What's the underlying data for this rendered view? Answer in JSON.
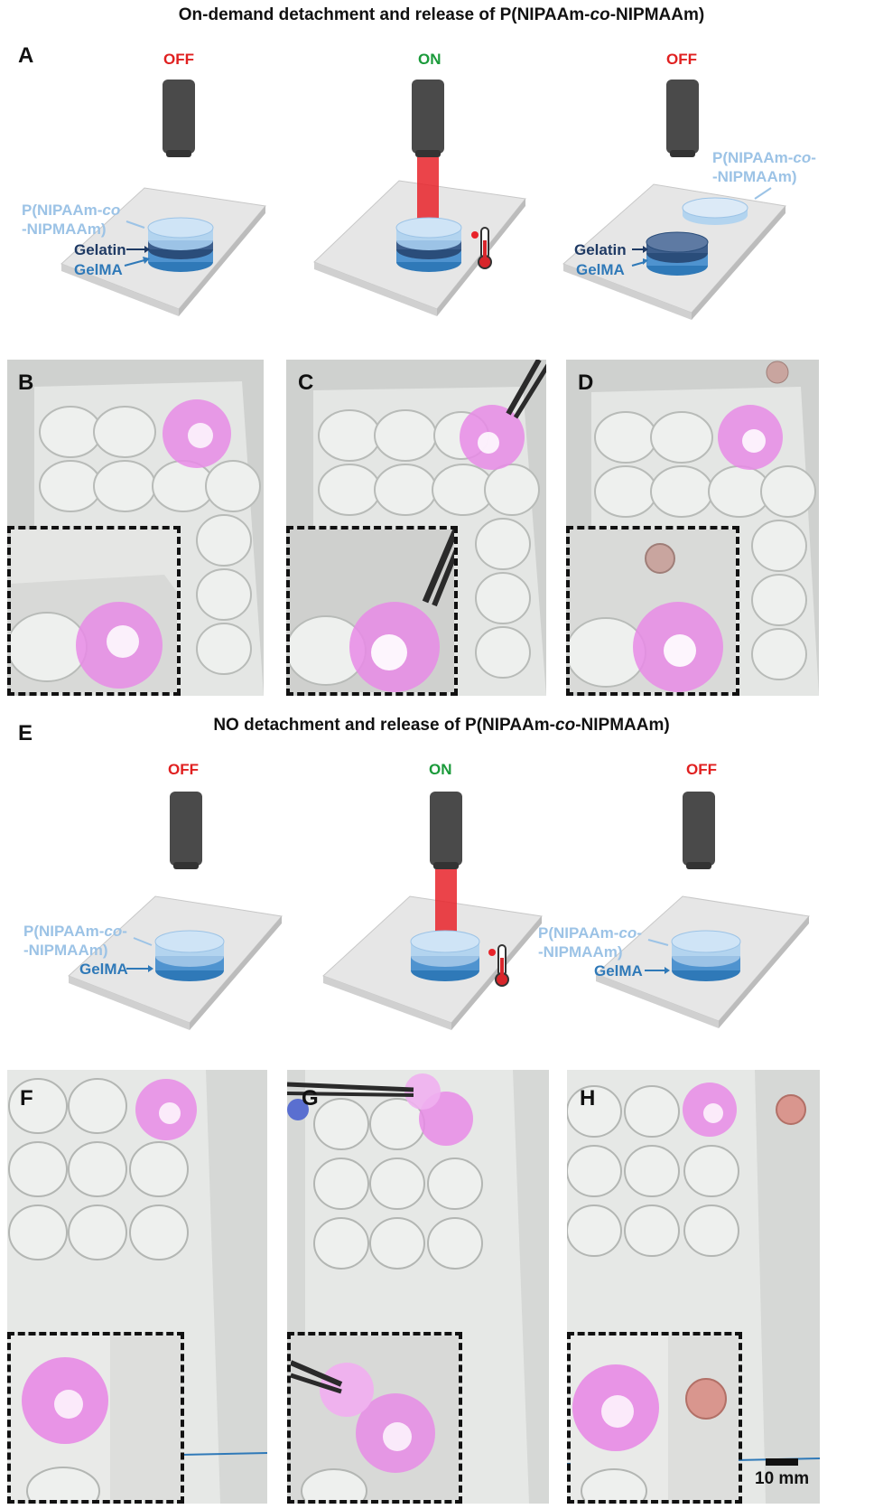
{
  "figure": {
    "title_top_prefix": "On-demand detachment and release of P(NIPAAm-",
    "title_top_italic": "co",
    "title_top_suffix": "-NIPMAAm)",
    "title_bottom_prefix": "NO detachment and release of P(NIPAAm-",
    "title_bottom_italic": "co",
    "title_bottom_suffix": "-NIPMAAm)",
    "panel_letters": [
      "A",
      "B",
      "C",
      "D",
      "E",
      "F",
      "G",
      "H"
    ],
    "states_top": [
      "OFF",
      "ON",
      "OFF"
    ],
    "states_bottom": [
      "OFF",
      "ON",
      "OFF"
    ],
    "label_pnipaam_line1_prefix": "P(NIPAAm-",
    "label_pnipaam_line1_italic": "co",
    "label_pnipaam_line1_suffix": "-",
    "label_pnipaam_line2": "-NIPMAAm)",
    "label_gelatin": "Gelatin",
    "label_gelma": "GelMA",
    "scale_bar": "10 mm",
    "colors": {
      "off": "#e02020",
      "on": "#1a9a3a",
      "hydrogel_light": "#9cc3e6",
      "gelatin_dark": "#1f3a64",
      "gelma_blue": "#2f79b8",
      "laser_red": "#e8232a"
    }
  }
}
